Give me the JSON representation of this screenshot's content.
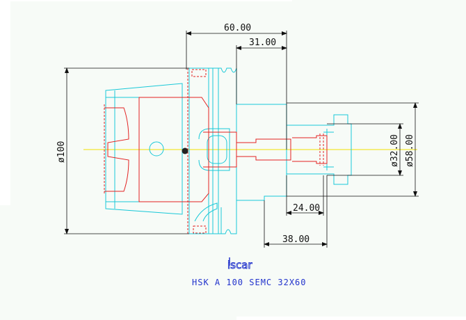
{
  "drawing": {
    "dimensions": {
      "overall_length": "60.00",
      "flange_to_end": "31.00",
      "flange_diameter": "ø100",
      "bore_diameter": "ø32.00",
      "body_diameter": "ø58.00",
      "clamp_length": "24.00",
      "projection_length": "38.00"
    },
    "brand": "iscar",
    "part_name": "HSK A 100 SEMC 32X60"
  },
  "colors": {
    "outline": "#19c8d8",
    "hidden": "#e32222",
    "dimension": "#111111",
    "centerline": "#f2e100",
    "caption": "#2233cc",
    "background": "#f7fbf7"
  }
}
